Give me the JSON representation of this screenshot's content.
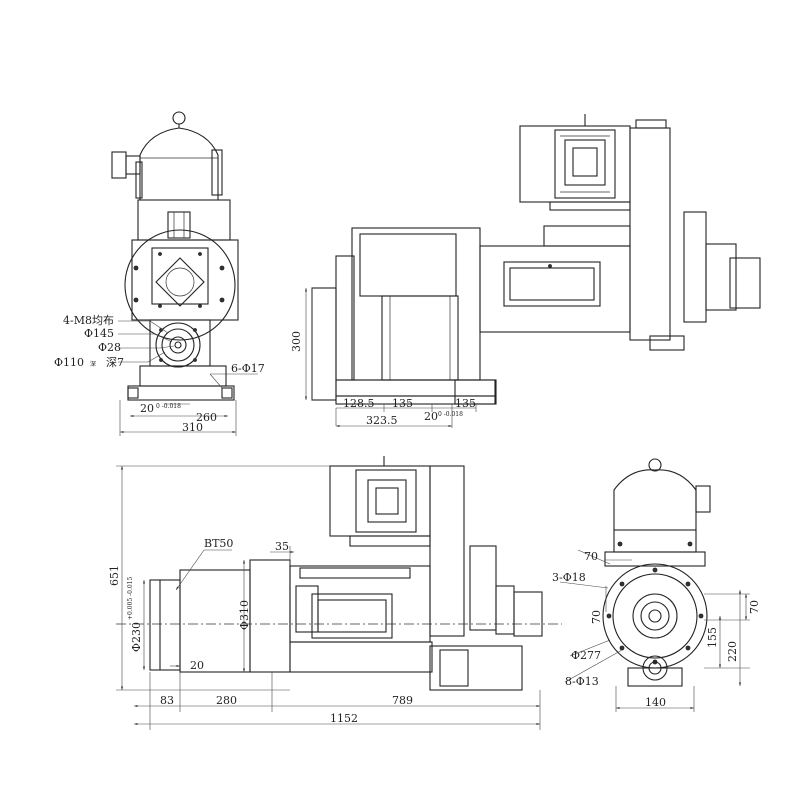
{
  "top_left_view": {
    "labels": {
      "holes": "4-M8均布",
      "phi145": "Φ145",
      "phi28": "Φ28",
      "phi110": "Φ110",
      "tol_h": "深",
      "depth": "深7",
      "bolt": "6-Φ17"
    },
    "dims": {
      "key_width": "20",
      "key_tol": "0 -0.018",
      "d260": "260",
      "d310": "310"
    }
  },
  "top_right_view": {
    "dims": {
      "height": "300",
      "d128": "128.5",
      "d135a": "135",
      "d135b": "135",
      "key_width": "20",
      "key_tol": "0 -0.018",
      "d323": "323.5"
    }
  },
  "bottom_left_view": {
    "labels": {
      "tool": "BT50",
      "d35": "35",
      "phi310": "Φ310",
      "phi230": "Φ230",
      "phi230_tol": "+0.005 -0.015",
      "d20": "20"
    },
    "dims": {
      "height": "651",
      "d83": "83",
      "d280": "280",
      "d789": "789",
      "total": "1152"
    }
  },
  "bottom_right_view": {
    "labels": {
      "d70_top": "70",
      "holes3": "3-Φ18",
      "d70_left": "70",
      "phi277": "Φ277",
      "holes8": "8-Φ13",
      "d70_right": "70",
      "d155": "155",
      "d220": "220",
      "d140": "140"
    }
  }
}
